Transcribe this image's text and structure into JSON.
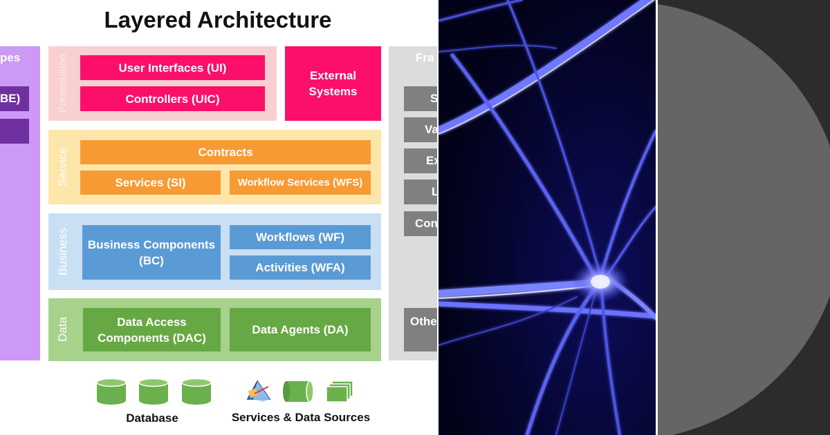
{
  "diagram": {
    "title": "Layered Architecture",
    "left_column": {
      "label_partial": "pes",
      "item_partial": "BE)"
    },
    "layers": {
      "presentation": {
        "label": "Presentation",
        "items": [
          "User Interfaces (UI)",
          "Controllers (UIC)"
        ]
      },
      "external": {
        "label": "External Systems"
      },
      "service": {
        "label": "Service",
        "items": [
          "Contracts",
          "Services (SI)",
          "Workflow Services (WFS)"
        ]
      },
      "business": {
        "label": "Business",
        "items": [
          "Business Components (BC)",
          "Workflows (WF)",
          "Activities (WFA)"
        ]
      },
      "data": {
        "label": "Data",
        "items": [
          "Data Access Components (DAC)",
          "Data Agents (DA)"
        ]
      }
    },
    "right_column": {
      "label_partial": "Fra",
      "items_partial": [
        "S",
        "Va",
        "Ex",
        "L",
        "Con",
        "Othe"
      ]
    },
    "bottom": {
      "database_label": "Database",
      "sources_label": "Services & Data Sources"
    },
    "colors": {
      "presentation_bg": "#f8d0d2",
      "presentation_box": "#fb0f6b",
      "external": "#fb0f6b",
      "service_bg": "#fde6aa",
      "service_box": "#f89a34",
      "business_bg": "#c9dff3",
      "business_box": "#5b9bd5",
      "data_bg": "#a6d28c",
      "data_box": "#66a944",
      "side_purple": "#cc99f6",
      "side_purple_dark": "#7030a0",
      "side_gray": "#dcdcdc",
      "side_gray_box": "#808080",
      "cylinder": "#6ab04c"
    }
  },
  "photo": {
    "subject": "neuron-image"
  },
  "panel": {
    "subject": "gray-circle"
  }
}
